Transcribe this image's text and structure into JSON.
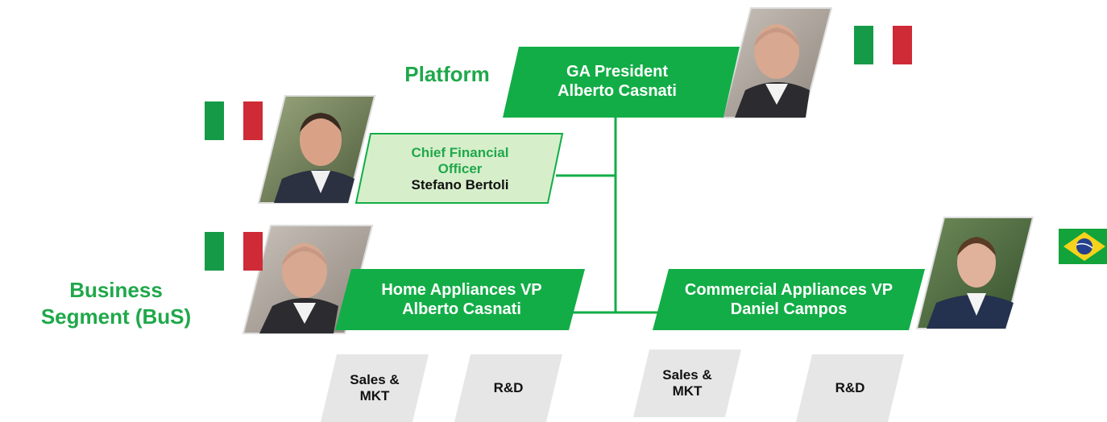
{
  "colors": {
    "box_green": "#12ad46",
    "cfo_fill": "#d7eecb",
    "text_green": "#1fa84a",
    "grey_box": "#e6e6e6",
    "flag_green": "#159b48",
    "flag_red": "#ce2b37",
    "brazil_green": "#12a33b",
    "brazil_yellow": "#f5d21c",
    "brazil_blue": "#24408e"
  },
  "sections": {
    "platform": "Platform",
    "business_segment": "Business\nSegment (BuS)"
  },
  "president": {
    "title": "GA President",
    "name": "Alberto Casnati",
    "flag": "italy-flag",
    "photo": "alberto-casnati-photo"
  },
  "cfo": {
    "title": "Chief Financial\nOfficer",
    "name": "Stefano Bertoli",
    "flag": "italy-flag",
    "photo": "stefano-bertoli-photo"
  },
  "home_vp": {
    "title": "Home Appliances VP",
    "name": "Alberto Casnati",
    "flag": "italy-flag",
    "photo": "alberto-casnati-photo"
  },
  "commercial_vp": {
    "title": "Commercial Appliances VP",
    "name": "Daniel Campos",
    "flag": "brazil-flag",
    "photo": "daniel-campos-photo"
  },
  "functions": {
    "home": [
      "Sales &\nMKT",
      "R&D"
    ],
    "commercial": [
      "Sales &\nMKT",
      "R&D"
    ]
  }
}
